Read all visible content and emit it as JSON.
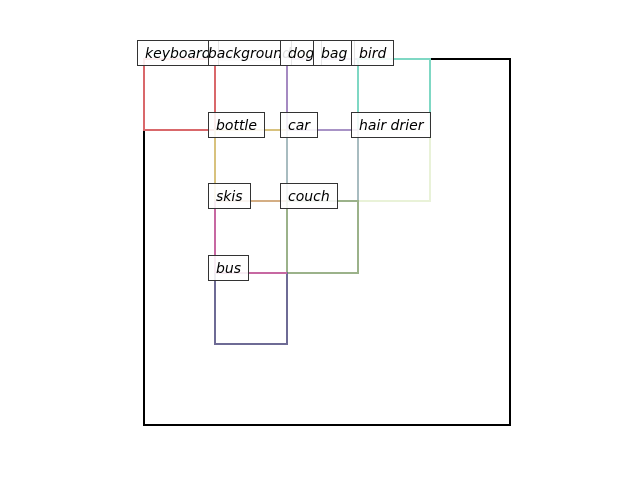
{
  "labels": {
    "keyboard": "keyboard",
    "background": "background",
    "dog": "dog",
    "bag": "bag",
    "bird": "bird",
    "bottle": "bottle",
    "car": "car",
    "hair_drier": "hair drier",
    "skis": "skis",
    "couch": "couch",
    "bus": "bus"
  },
  "colors": {
    "frame": "#000000",
    "keyboard": "#d9686b",
    "background": "#c9ccd4",
    "dog": "#a58ac2",
    "bag": "#a893c6",
    "bird": "#7fd8c4",
    "bottle": "#d8c27e",
    "car": "#a8bcc0",
    "hair_drier": "#e9f2d8",
    "skis": "#d4ae84",
    "couch": "#9bb28a",
    "bus": "#c768a2",
    "bus_box": "#6e6b95"
  }
}
